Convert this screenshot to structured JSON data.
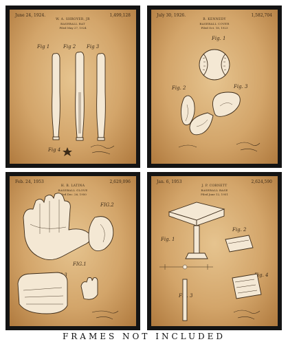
{
  "panels": {
    "bat": {
      "date": "June 24, 1924.",
      "number": "1,499,128",
      "inventor": "W. A. SHROYER, JR",
      "title": "BASEBALL BAT",
      "filed": "Filed May 27, 1924",
      "figs": [
        "Fig 1",
        "Fig 2",
        "Fig 3",
        "Fig 4"
      ]
    },
    "ball": {
      "date": "July 30, 1926.",
      "number": "1,582,704",
      "inventor": "B. KENNEDY",
      "title": "BASEBALL COVER",
      "filed": "Filed Oct. 18, 1923",
      "figs": [
        "Fig. 1",
        "Fig. 2",
        "Fig. 3"
      ]
    },
    "glove": {
      "date": "Feb. 24, 1953",
      "number": "2,629,096",
      "inventor": "H. B. LATINA",
      "title": "BASEBALL GLOVE",
      "filed": "Filed Dec. 26, 1950",
      "figs": [
        "FIG.2",
        "FIG.1",
        "FIG.3"
      ]
    },
    "base": {
      "date": "Jan. 6, 1953",
      "number": "2,624,590",
      "inventor": "J. P. CORNETT",
      "title": "BASEBALL BASE",
      "filed": "Filed June 12, 1951",
      "figs": [
        "Fig. 1",
        "Fig. 2",
        "Fig. 3",
        "Fig. 4"
      ]
    }
  },
  "caption": "FRAMES NOT INCLUDED",
  "colors": {
    "frame": "#141414",
    "paper": "#d3a56a",
    "ink": "#3b2a18"
  }
}
